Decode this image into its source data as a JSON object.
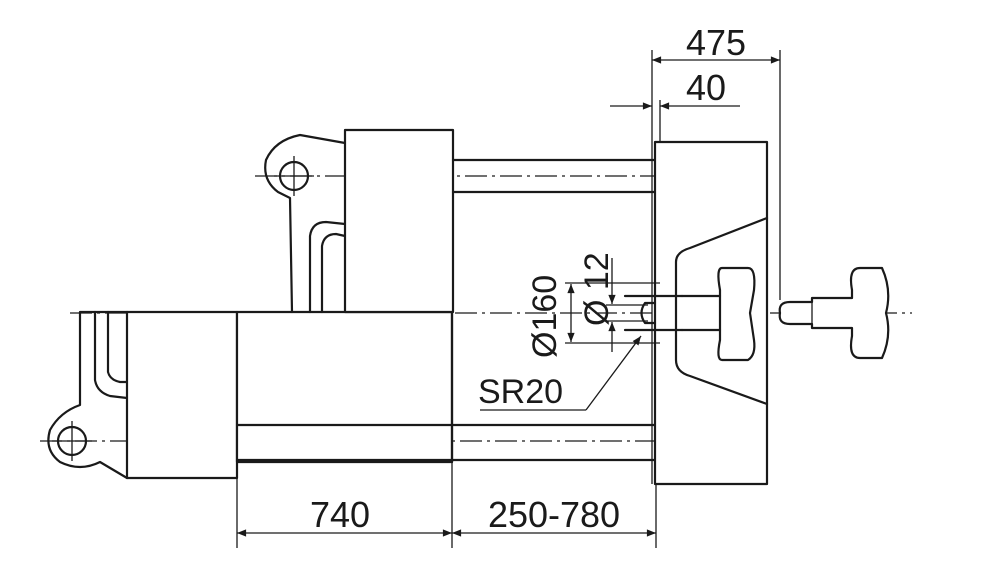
{
  "diagram": {
    "dimensions": {
      "overall_width": "475",
      "offset": "40",
      "platen_length": "740",
      "stroke_range": "250-780",
      "outer_diameter": "Ø160",
      "inner_diameter": "Ø 12",
      "sphere_radius": "SR20"
    },
    "colors": {
      "line": "#1a1a1a",
      "background": "#ffffff"
    }
  }
}
